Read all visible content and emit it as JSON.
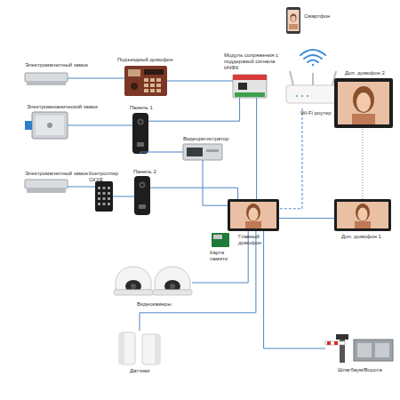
{
  "diagram": {
    "nodes": [
      {
        "text": [
          "Смартфон"
        ]
      },
      {
        "text": [
          "Электромагнитный замок"
        ]
      },
      {
        "text": [
          "Подъездный домофон"
        ]
      },
      {
        "text": [
          "Модуль сопряжения с поддержкой сигнала НЧФК"
        ]
      },
      {
        "text": [
          "Wi-Fi роутер"
        ]
      },
      {
        "text": [
          "Доп. домофон 2"
        ]
      },
      {
        "text": [
          "Электромеханический замок"
        ]
      },
      {
        "text": [
          "Панель 1"
        ]
      },
      {
        "text": [
          "Видеорегистратор"
        ]
      },
      {
        "text": [
          "Электромагнитный замок"
        ]
      },
      {
        "text": [
          "Контроллер СКУД"
        ]
      },
      {
        "text": [
          "Панель 2"
        ]
      },
      {
        "text": [
          "Главный домофон"
        ]
      },
      {
        "text": [
          "Карта памяти"
        ]
      },
      {
        "text": [
          "Доп. домофон 1"
        ]
      },
      {
        "text": [
          "Видеокамеры"
        ]
      },
      {
        "text": [
          "Датчики"
        ]
      },
      {
        "text": [
          "Шлагбаум/Ворота"
        ]
      }
    ],
    "edges": [
      {
        "from": 1,
        "to": 2,
        "arrow": "none"
      },
      {
        "from": 2,
        "to": 3,
        "arrow": "none"
      },
      {
        "from": 6,
        "to": 7,
        "arrow": "none"
      },
      {
        "from": 7,
        "to": 3,
        "arrow": "none"
      },
      {
        "from": 3,
        "to": 12,
        "arrow": "none"
      },
      {
        "from": 4,
        "to": 12,
        "arrow": "none"
      },
      {
        "from": 12,
        "to": 14,
        "arrow": "none"
      },
      {
        "from": 14,
        "to": 5,
        "arrow": "none"
      },
      {
        "from": 7,
        "to": 8,
        "arrow": "none"
      },
      {
        "from": 8,
        "to": 12,
        "arrow": "none"
      },
      {
        "from": 9,
        "to": 10,
        "arrow": "none"
      },
      {
        "from": 10,
        "to": 11,
        "arrow": "none"
      },
      {
        "from": 11,
        "to": 12,
        "arrow": "none"
      },
      {
        "from": 15,
        "to": 12,
        "arrow": "none"
      },
      {
        "from": 16,
        "to": 12,
        "arrow": "none"
      },
      {
        "from": 17,
        "to": 12,
        "arrow": "none"
      }
    ]
  }
}
